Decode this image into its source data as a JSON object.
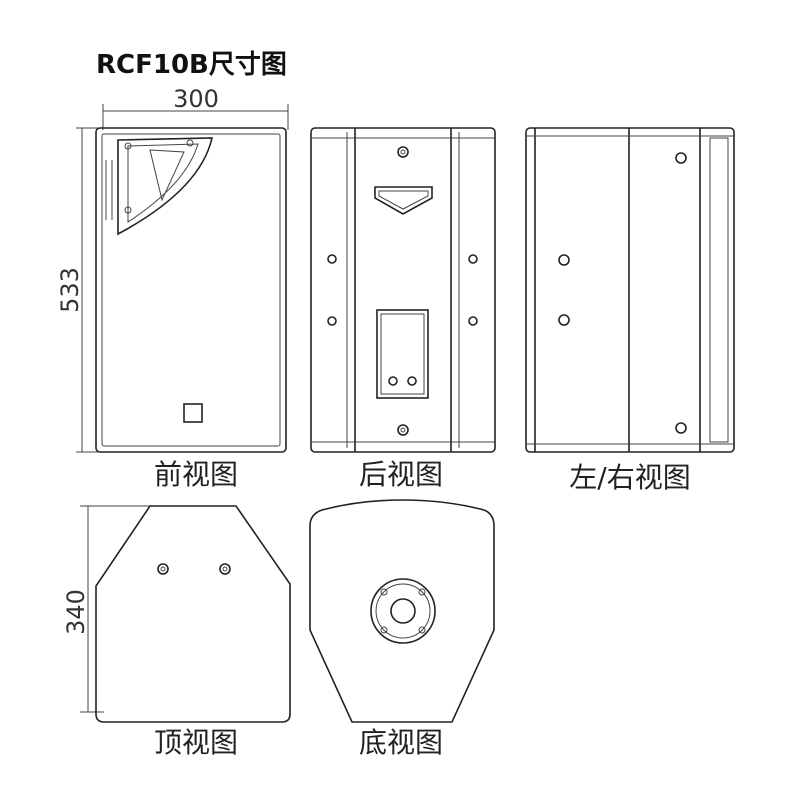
{
  "title": "RCF10B尺寸图",
  "dimensions": {
    "width": "300",
    "height": "533",
    "depth": "340"
  },
  "views": {
    "front": "前视图",
    "rear": "后视图",
    "side": "左/右视图",
    "top": "顶视图",
    "bottom": "底视图"
  }
}
